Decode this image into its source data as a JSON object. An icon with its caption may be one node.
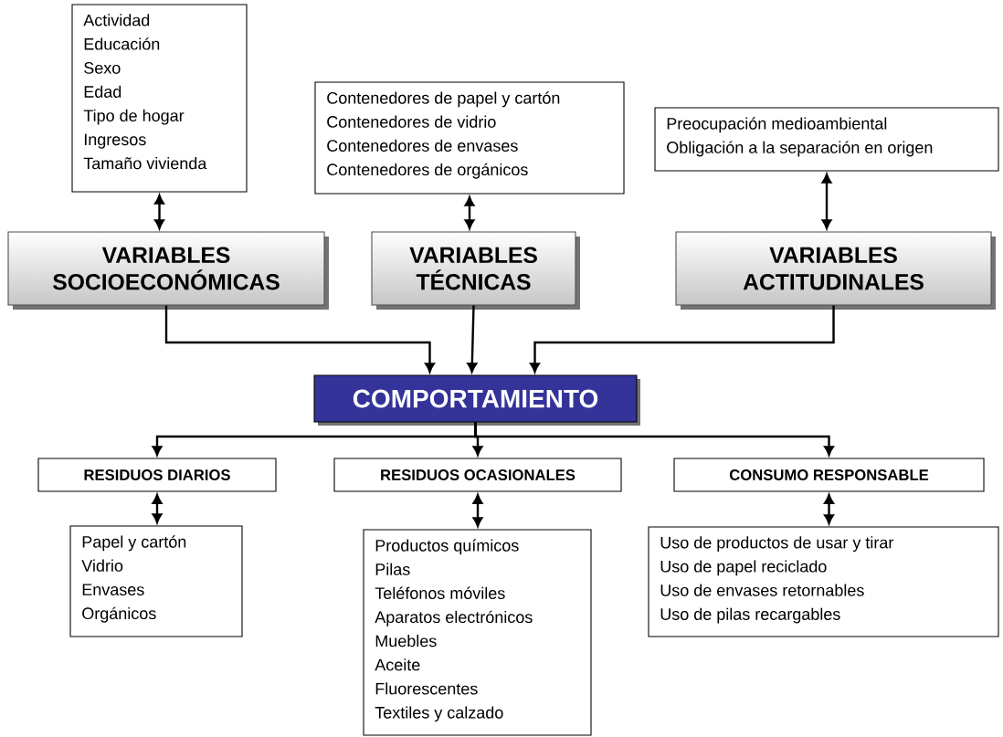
{
  "diagram": {
    "nodes": [
      {
        "text": [
          "Actividad",
          "Educación",
          "Sexo",
          "Edad",
          "Tipo de hogar",
          "Ingresos",
          "Tamaño vivienda"
        ]
      },
      {
        "text": [
          "Contenedores de papel y cartón",
          "Contenedores de vidrio",
          "Contenedores de envases",
          "Contenedores de orgánicos"
        ]
      },
      {
        "text": [
          "Preocupación medioambiental",
          "Obligación a la separación en origen"
        ]
      },
      {
        "text": [
          "VARIABLES SOCIOECONÓMICAS"
        ]
      },
      {
        "text": [
          "VARIABLES TÉCNICAS"
        ]
      },
      {
        "text": [
          "VARIABLES ACTITUDINALES"
        ]
      },
      {
        "text": [
          "COMPORTAMIENTO"
        ]
      },
      {
        "text": [
          "RESIDUOS DIARIOS"
        ]
      },
      {
        "text": [
          "RESIDUOS OCASIONALES"
        ]
      },
      {
        "text": [
          "CONSUMO RESPONSABLE"
        ]
      },
      {
        "text": [
          "Papel y cartón",
          "Vidrio",
          "Envases",
          "Orgánicos"
        ]
      },
      {
        "text": [
          "Productos químicos",
          "Pilas",
          "Teléfonos móviles",
          "Aparatos electrónicos",
          "Muebles",
          "Aceite",
          "Fluorescentes",
          "Textiles y calzado"
        ]
      },
      {
        "text": [
          "Uso de productos de usar y tirar",
          "Uso de papel reciclado",
          "Uso de envases retornables",
          "Uso de pilas recargables"
        ]
      }
    ],
    "edges": [
      {
        "from": 0,
        "to": 3,
        "arrow": "both"
      },
      {
        "from": 1,
        "to": 4,
        "arrow": "both"
      },
      {
        "from": 2,
        "to": 5,
        "arrow": "both"
      },
      {
        "from": 3,
        "to": 6,
        "arrow": "to"
      },
      {
        "from": 4,
        "to": 6,
        "arrow": "to"
      },
      {
        "from": 5,
        "to": 6,
        "arrow": "to"
      },
      {
        "from": 6,
        "to": 7,
        "arrow": "to"
      },
      {
        "from": 6,
        "to": 8,
        "arrow": "to"
      },
      {
        "from": 6,
        "to": 9,
        "arrow": "to"
      },
      {
        "from": 7,
        "to": 10,
        "arrow": "both"
      },
      {
        "from": 8,
        "to": 11,
        "arrow": "both"
      },
      {
        "from": 9,
        "to": 12,
        "arrow": "both"
      }
    ]
  }
}
